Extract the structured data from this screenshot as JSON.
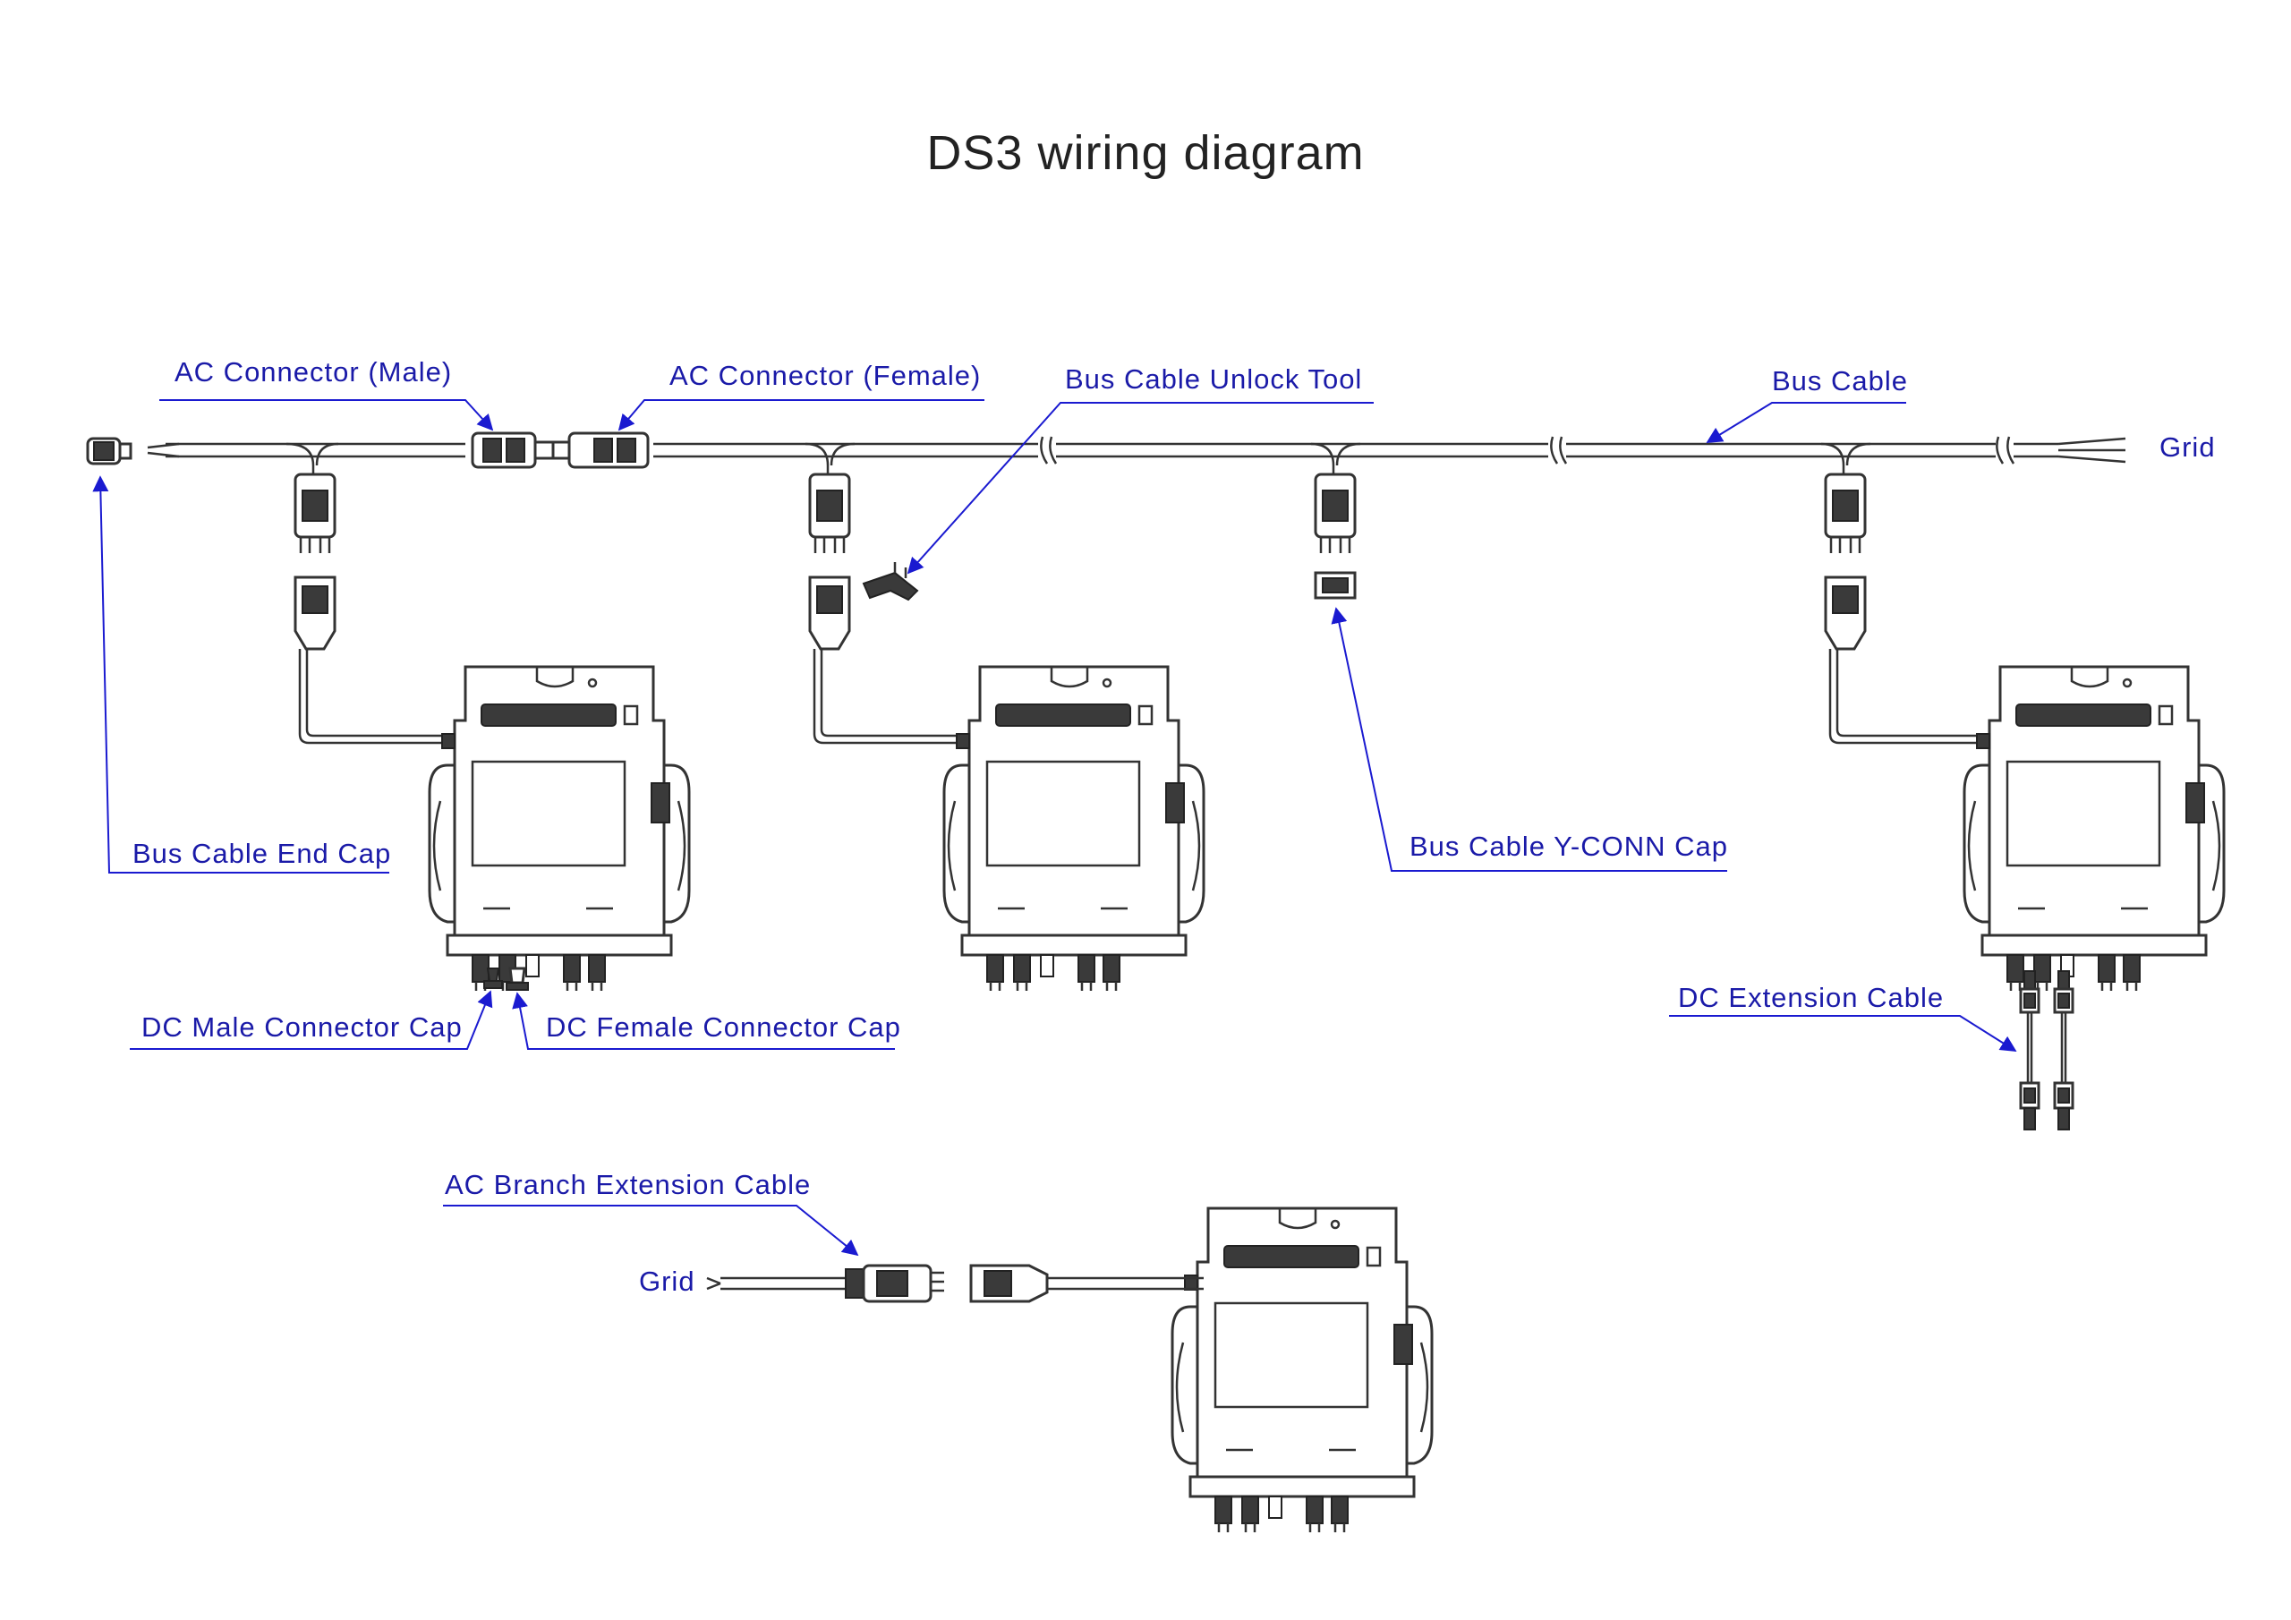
{
  "title": "DS3 wiring diagram",
  "labels": {
    "ac_connector_male": "AC Connector (Male)",
    "ac_connector_female": "AC Connector (Female)",
    "bus_cable_unlock_tool": "Bus Cable Unlock Tool",
    "bus_cable": "Bus Cable",
    "grid_top": "Grid",
    "bus_cable_end_cap": "Bus Cable End Cap",
    "bus_cable_yconn_cap": "Bus Cable Y-CONN Cap",
    "dc_male_connector_cap": "DC Male Connector Cap",
    "dc_female_connector_cap": "DC Female Connector Cap",
    "dc_extension_cable": "DC Extension Cable",
    "ac_branch_extension_cable": "AC Branch Extension Cable",
    "grid_bottom": "Grid"
  },
  "colors": {
    "label": "#1a1aa8",
    "leader": "#1a1ad0",
    "drawing": "#333333"
  }
}
